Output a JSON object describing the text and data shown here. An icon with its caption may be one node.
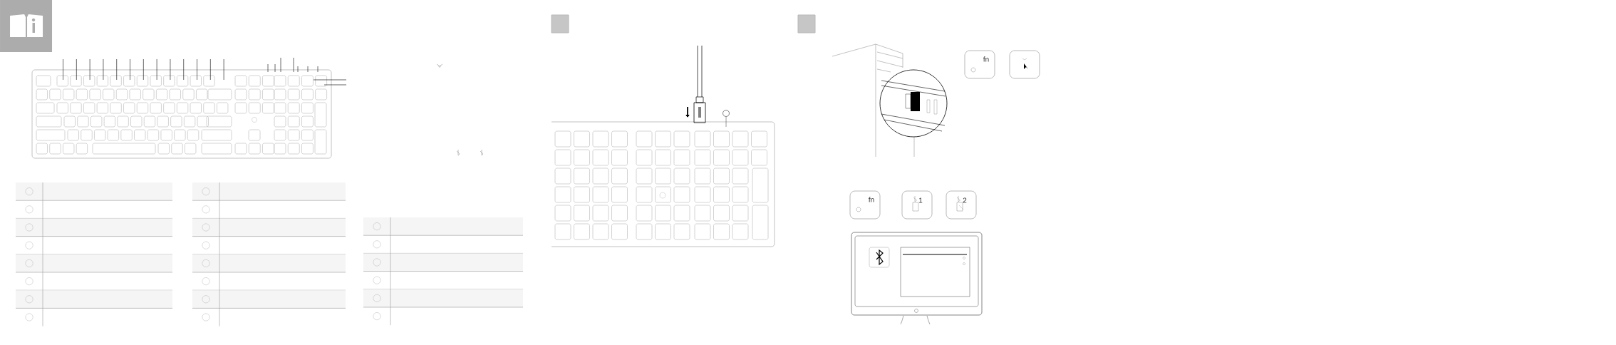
{
  "diagram": {
    "labels": [
      "fn",
      "fn",
      "1",
      "2"
    ]
  }
}
